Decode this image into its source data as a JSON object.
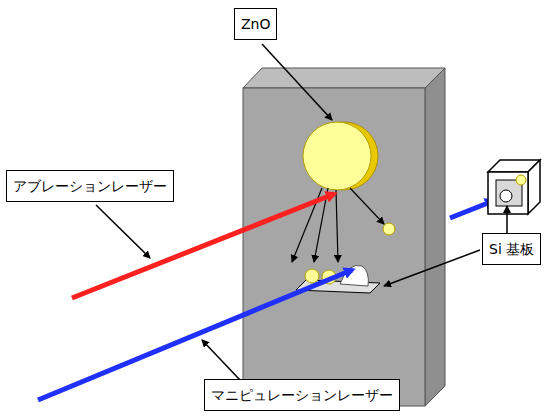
{
  "diagram": {
    "nodes": [
      {
        "text": [
          "ZnO"
        ]
      },
      {
        "text": [
          "アブレーションレーザー"
        ]
      },
      {
        "text": [
          "Si 基板"
        ]
      },
      {
        "text": [
          "マニピュレーションレーザー"
        ]
      }
    ]
  }
}
